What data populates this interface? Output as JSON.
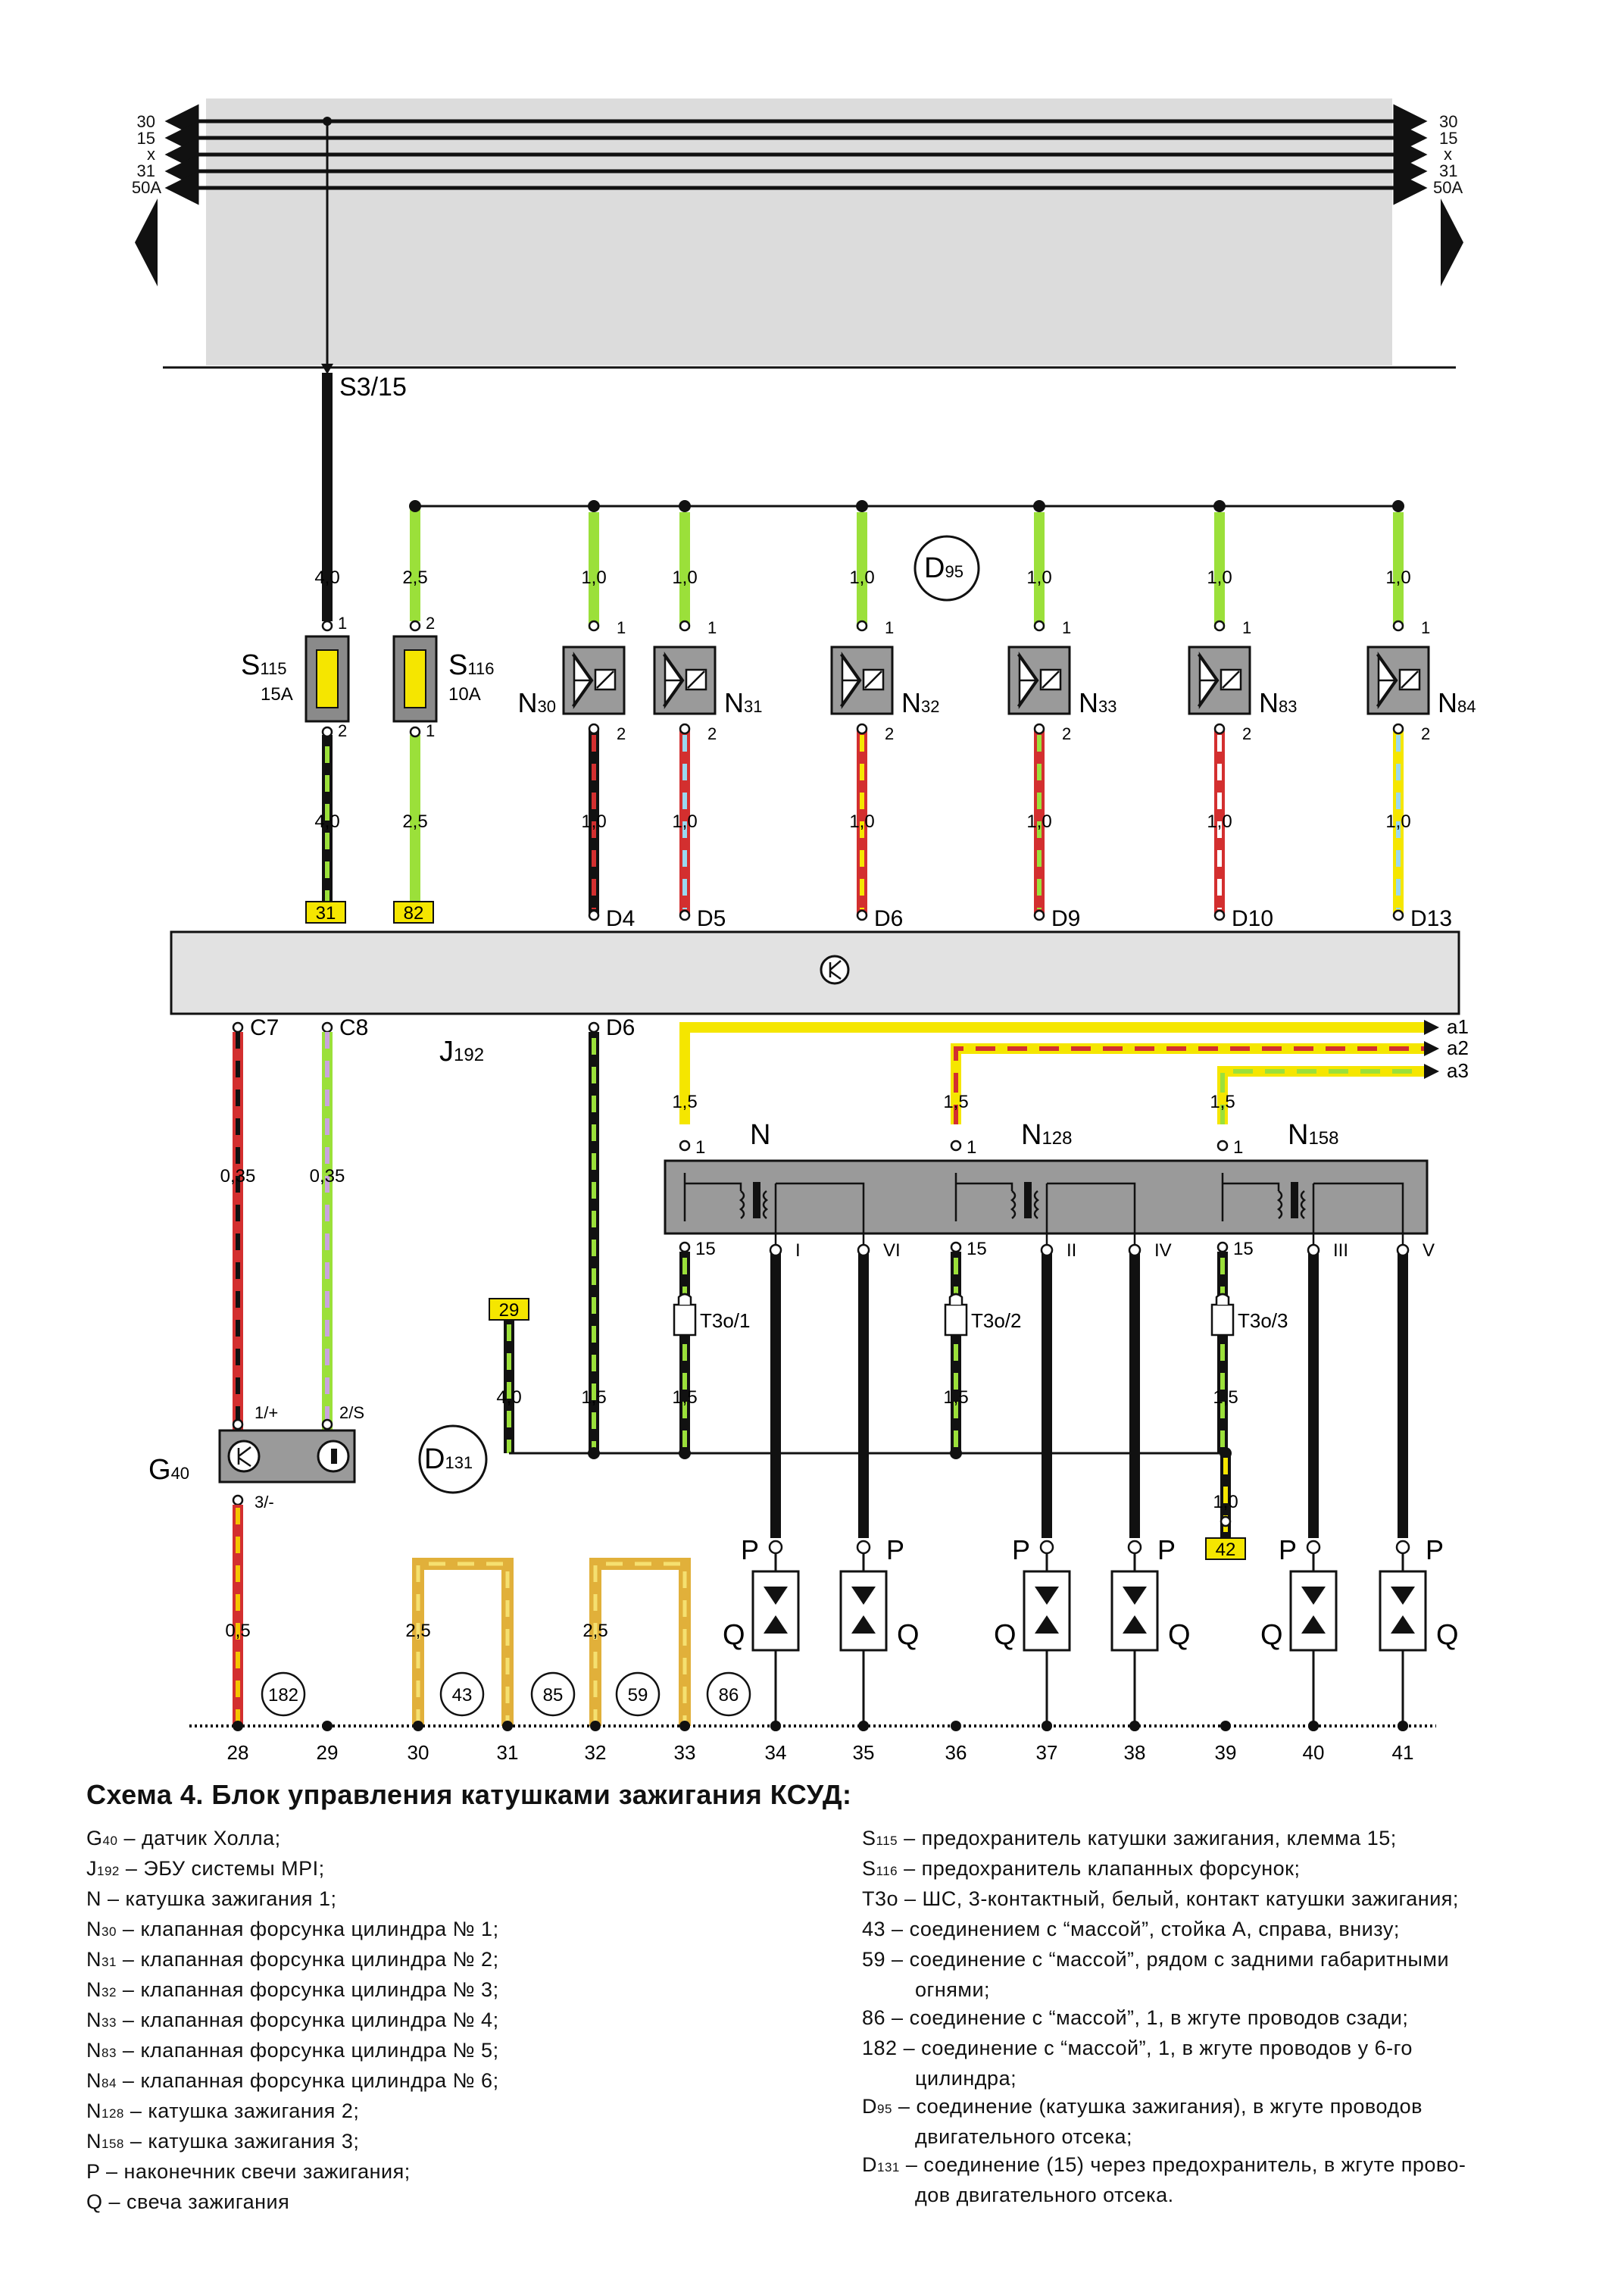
{
  "bus": {
    "labels": [
      "30",
      "15",
      "x",
      "31",
      "50A"
    ],
    "branch_label": "S3/15"
  },
  "fuses": [
    {
      "name": "S",
      "sub": "115",
      "rating": "15A",
      "pin_top": "1",
      "pin_bottom": "2",
      "wire_top": "4,0",
      "wire_bottom": "4,0",
      "terminal": "31"
    },
    {
      "name": "S",
      "sub": "116",
      "rating": "10A",
      "pin_top": "2",
      "pin_bottom": "1",
      "wire_top": "2,5",
      "wire_bottom": "2,5",
      "terminal": "82"
    }
  ],
  "splice_top": {
    "name": "D",
    "sub": "95"
  },
  "injectors": [
    {
      "name": "N",
      "sub": "30",
      "wire": "1,0",
      "pin1": "1",
      "pin2": "2",
      "conn": "D4"
    },
    {
      "name": "N",
      "sub": "31",
      "wire": "1,0",
      "pin1": "1",
      "pin2": "2",
      "conn": "D5"
    },
    {
      "name": "N",
      "sub": "32",
      "wire": "1,0",
      "pin1": "1",
      "pin2": "2",
      "conn": "D6"
    },
    {
      "name": "N",
      "sub": "33",
      "wire": "1,0",
      "pin1": "1",
      "pin2": "2",
      "conn": "D9"
    },
    {
      "name": "N",
      "sub": "83",
      "wire": "1,0",
      "pin1": "1",
      "pin2": "2",
      "conn": "D10"
    },
    {
      "name": "N",
      "sub": "84",
      "wire": "1,0",
      "pin1": "1",
      "pin2": "2",
      "conn": "D13"
    }
  ],
  "ecu": {
    "name": "J",
    "sub": "192",
    "pins_bottom": [
      "C7",
      "C8",
      "D6"
    ]
  },
  "outputs": [
    "a1",
    "a2",
    "a3"
  ],
  "coils": [
    {
      "name": "N",
      "sub": "",
      "wire_in": "1,5",
      "pin_in": "1",
      "pin_g": "15",
      "out1": "I",
      "out2": "VI",
      "conn": "T3o/1"
    },
    {
      "name": "N",
      "sub": "128",
      "wire_in": "1,5",
      "pin_in": "1",
      "pin_g": "15",
      "out1": "II",
      "out2": "IV",
      "conn": "T3o/2"
    },
    {
      "name": "N",
      "sub": "158",
      "wire_in": "1,5",
      "pin_in": "1",
      "pin_g": "15",
      "out1": "III",
      "out2": "V",
      "conn": "T3o/3"
    }
  ],
  "hall": {
    "name": "G",
    "sub": "40",
    "pin1": "1/+",
    "pin2": "2/S",
    "pin3": "3/-",
    "wire_a": "0,35",
    "wire_b": "0,35",
    "wire_gnd": "0,5"
  },
  "splice_bottom": {
    "name": "D",
    "sub": "131",
    "terminal": "29",
    "terminal_wire": "4,0",
    "wire_d6": "1,5",
    "wire_coil": "1,5",
    "wire_coil2": "1,5",
    "wire_coil3": "1,5",
    "wire_out": "1,0",
    "terminal_out": "42"
  },
  "grounds": [
    {
      "label": "182"
    },
    {
      "label": "43"
    },
    {
      "label": "85"
    },
    {
      "label": "59"
    },
    {
      "label": "86"
    }
  ],
  "ground_wires": [
    "2,5",
    "2,5"
  ],
  "plug_labels": {
    "p": "P",
    "q": "Q"
  },
  "grid_numbers": [
    "28",
    "29",
    "30",
    "31",
    "32",
    "33",
    "34",
    "35",
    "36",
    "37",
    "38",
    "39",
    "40",
    "41"
  ],
  "caption": "Схема 4. Блок управления катушками зажигания КСУД:",
  "legend_left": [
    {
      "key": "G",
      "sub": "40",
      "text": " – датчик Холла;"
    },
    {
      "key": "J",
      "sub": "192",
      "text": " – ЭБУ системы MPI;"
    },
    {
      "key": "N",
      "sub": "",
      "text": " – катушка зажигания 1;"
    },
    {
      "key": "N",
      "sub": "30",
      "text": " – клапанная форсунка цилиндра № 1;"
    },
    {
      "key": "N",
      "sub": "31",
      "text": " – клапанная форсунка цилиндра № 2;"
    },
    {
      "key": "N",
      "sub": "32",
      "text": " – клапанная форсунка цилиндра № 3;"
    },
    {
      "key": "N",
      "sub": "33",
      "text": " – клапанная форсунка цилиндра № 4;"
    },
    {
      "key": "N",
      "sub": "83",
      "text": " – клапанная форсунка цилиндра № 5;"
    },
    {
      "key": "N",
      "sub": "84",
      "text": " – клапанная форсунка цилиндра № 6;"
    },
    {
      "key": "N",
      "sub": "128",
      "text": " – катушка зажигания 2;"
    },
    {
      "key": "N",
      "sub": "158",
      "text": " – катушка зажигания 3;"
    },
    {
      "key": "P",
      "sub": "",
      "text": " – наконечник свечи зажигания;"
    },
    {
      "key": "Q",
      "sub": "",
      "text": " – свеча зажигания"
    }
  ],
  "legend_right": [
    {
      "key": "S",
      "sub": "115",
      "text": " – предохранитель катушки зажигания, клемма 15;"
    },
    {
      "key": "S",
      "sub": "116",
      "text": " – предохранитель клапанных форсунок;"
    },
    {
      "key": "T3o",
      "sub": "",
      "text": " – ШС, 3-контактный, белый, контакт катушки зажигания;"
    },
    {
      "key": "43",
      "sub": "",
      "text": " – соединением с “массой”, стойка А, справа, внизу;"
    },
    {
      "key": "59",
      "sub": "",
      "text": " – соединение с “массой”, рядом с задними габаритными",
      "cont": "огнями;"
    },
    {
      "key": "86",
      "sub": "",
      "text": " – соединение с “массой”, 1, в жгуте проводов сзади;"
    },
    {
      "key": "182",
      "sub": "",
      "text": " – соединение с “массой”, 1, в жгуте проводов у 6-го",
      "cont": "цилиндра;"
    },
    {
      "key": "D",
      "sub": "95",
      "text": " – соединение (катушка зажигания), в жгуте проводов",
      "cont": "двигательного отсека;"
    },
    {
      "key": "D",
      "sub": "131",
      "text": " – соединение (15) через предохранитель, в жгуте прово-",
      "cont": "дов двигательного отсека."
    }
  ]
}
